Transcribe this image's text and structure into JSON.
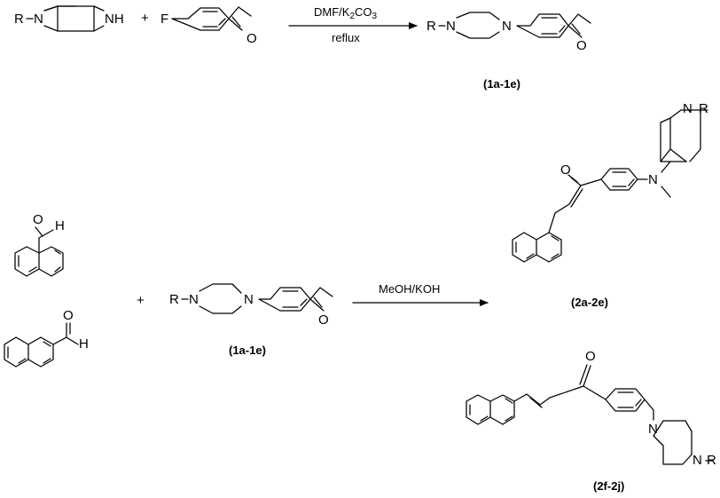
{
  "reaction_1": {
    "amine": {
      "r_group": "R",
      "n1": "N",
      "n2": "NH"
    },
    "plus": "+",
    "aryl_halide": {
      "halogen": "F",
      "oxygen": "O"
    },
    "conditions_top": "DMF/K",
    "conditions_top_sub": "2",
    "conditions_top_tail": "CO",
    "conditions_top_sub2": "3",
    "conditions_bottom": "reflux",
    "product": {
      "r_group": "R",
      "n1": "N",
      "n2": "N",
      "oxygen": "O",
      "label": "(1a-1e)"
    }
  },
  "reaction_2": {
    "aldehyde_1": {
      "oxygen": "O",
      "hydrogen": "H"
    },
    "aldehyde_2": {
      "oxygen": "O",
      "hydrogen": "H"
    },
    "plus": "+",
    "ketone": {
      "r_group": "R",
      "n1": "N",
      "n2": "N",
      "oxygen": "O",
      "label": "(1a-1e)"
    },
    "conditions": "MeOH/KOH",
    "product_a": {
      "oxygen": "O",
      "n1": "N",
      "n2": "N",
      "r_group": "R",
      "label": "(2a-2e)"
    },
    "product_b": {
      "oxygen": "O",
      "n1": "N",
      "n2": "N",
      "r_group": "R",
      "label": "(2f-2j)"
    }
  }
}
